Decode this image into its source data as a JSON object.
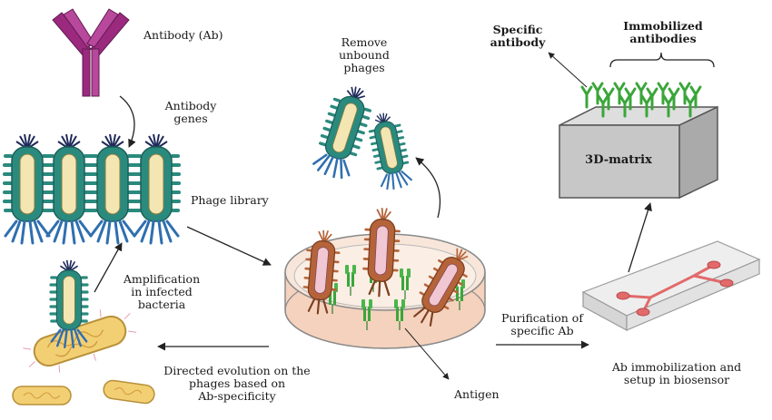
{
  "labels": {
    "antibody": "Antibody (Ab)",
    "antibody_genes": "Antibody\ngenes",
    "phage_library": "Phage library",
    "amplification": "Amplification\nin infected\nbacteria",
    "directed_evolution": "Directed evolution on the\nphages based on\nAb-specificity",
    "remove_unbound": "Remove\nunbound\nphages",
    "antigen": "Antigen",
    "purification": "Purification of\nspecific Ab",
    "immobilization": "Ab immobilization and\nsetup in biosensor",
    "specific_antibody": "Specific\nantibody",
    "immobilized_antibodies": "Immobilized\nantibodies",
    "matrix": "3D-matrix"
  },
  "colors": {
    "antibody": "#9b2a7f",
    "phage_body": "#2a8a7e",
    "phage_core": "#f3e6b3",
    "phage_tail": "#2f6fb0",
    "phage_head": "#1e2a5a",
    "bound_phage": "#b5643a",
    "antigen": "#3aa63a",
    "dish": "#f5d2bd",
    "bacteria": "#f3cf73",
    "matrix": "#c7c7c7",
    "chip_channel": "#e26a6a"
  }
}
